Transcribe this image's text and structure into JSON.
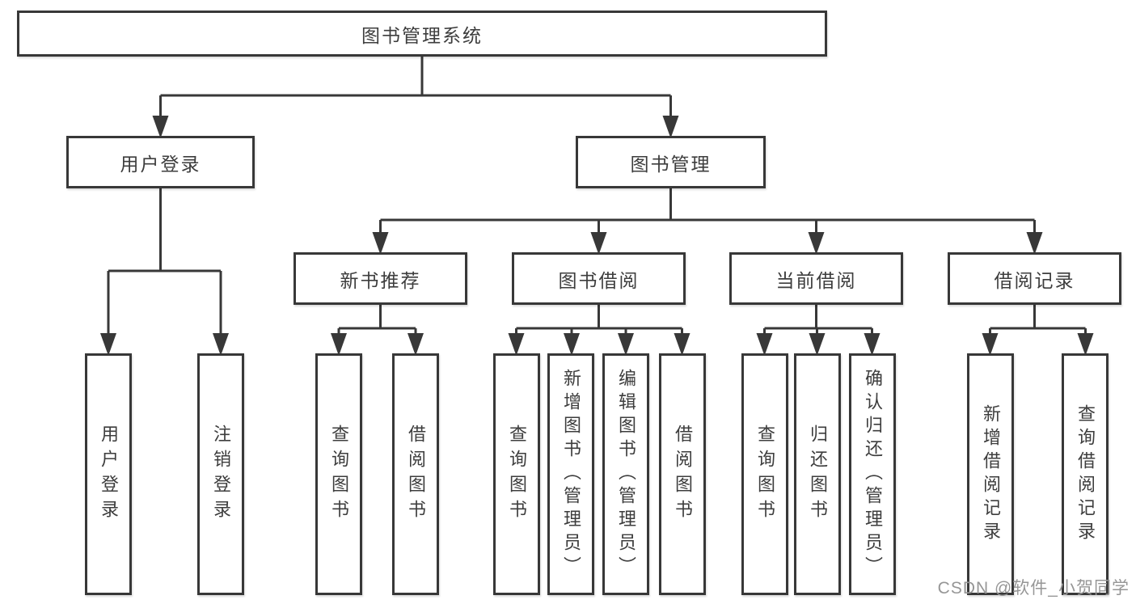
{
  "diagram": {
    "root": {
      "label": "图书管理系统"
    },
    "level2": [
      {
        "label": "用户登录"
      },
      {
        "label": "图书管理"
      }
    ],
    "level3": [
      {
        "label": "新书推荐"
      },
      {
        "label": "图书借阅"
      },
      {
        "label": "当前借阅"
      },
      {
        "label": "借阅记录"
      }
    ],
    "leaves": [
      {
        "label": "用户登录",
        "parent": "用户登录"
      },
      {
        "label": "注销登录",
        "parent": "用户登录"
      },
      {
        "label": "查询图书",
        "parent": "新书推荐"
      },
      {
        "label": "借阅图书",
        "parent": "新书推荐"
      },
      {
        "label": "查询图书",
        "parent": "图书借阅"
      },
      {
        "label": "新增图书（管理员）",
        "parent": "图书借阅"
      },
      {
        "label": "编辑图书（管理员）",
        "parent": "图书借阅"
      },
      {
        "label": "借阅图书",
        "parent": "图书借阅"
      },
      {
        "label": "查询图书",
        "parent": "当前借阅"
      },
      {
        "label": "归还图书",
        "parent": "当前借阅"
      },
      {
        "label": "确认归还（管理员）",
        "parent": "当前借阅"
      },
      {
        "label": "新增借阅记录",
        "parent": "借阅记录"
      },
      {
        "label": "查询借阅记录",
        "parent": "借阅记录"
      }
    ]
  },
  "watermark": {
    "text": "CSDN @软件_小贺同学"
  },
  "colors": {
    "line": "#383838",
    "box_border": "#383838",
    "box_fill": "#ffffff",
    "text": "#3d3d3d",
    "watermark": "#969696",
    "background": "#ffffff"
  }
}
